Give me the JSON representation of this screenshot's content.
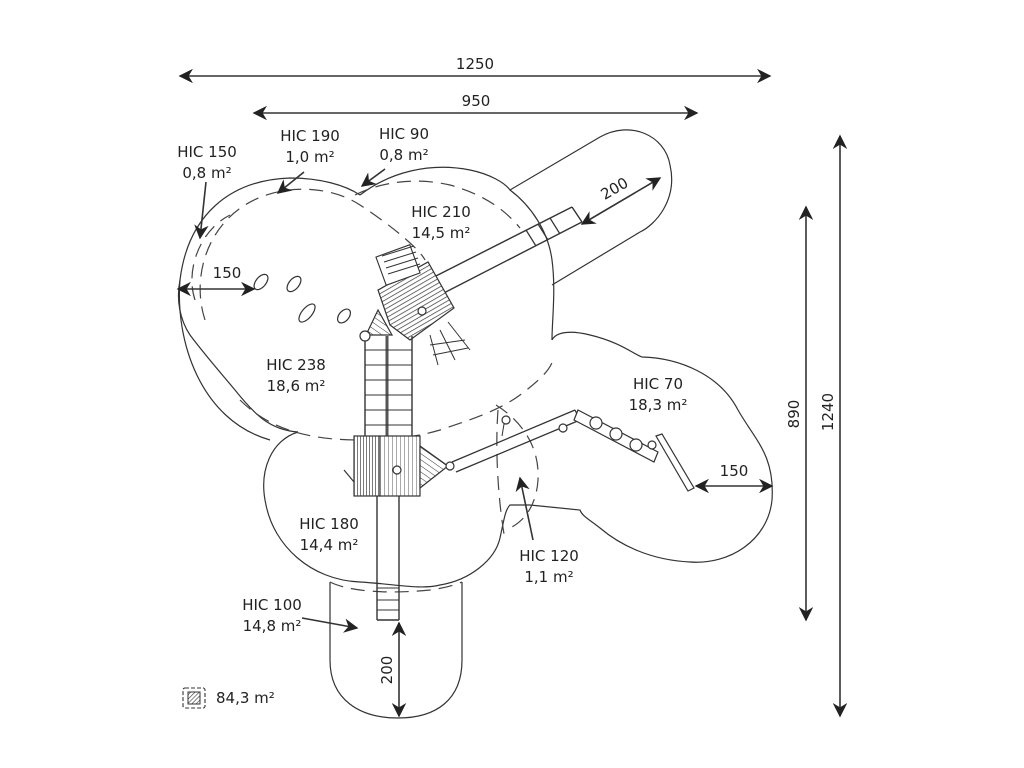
{
  "dimensions": {
    "overall_width": "1250",
    "inner_width": "950",
    "overall_height": "1240",
    "inner_height": "890",
    "slide_clearance_top": "200",
    "slide_clearance_bottom": "200",
    "left_clearance": "150",
    "right_clearance": "150"
  },
  "zones": [
    {
      "hic": "HIC 150",
      "area": "0,8 m²"
    },
    {
      "hic": "HIC 190",
      "area": "1,0 m²"
    },
    {
      "hic": "HIC 90",
      "area": "0,8 m²"
    },
    {
      "hic": "HIC 210",
      "area": "14,5 m²"
    },
    {
      "hic": "HIC 238",
      "area": "18,6 m²"
    },
    {
      "hic": "HIC 70",
      "area": "18,3 m²"
    },
    {
      "hic": "HIC 180",
      "area": "14,4 m²"
    },
    {
      "hic": "HIC 120",
      "area": "1,1 m²"
    },
    {
      "hic": "HIC 100",
      "area": "14,8 m²"
    }
  ],
  "legend": {
    "icon": "hatched-square-icon",
    "total_area": "84,3 m²"
  }
}
